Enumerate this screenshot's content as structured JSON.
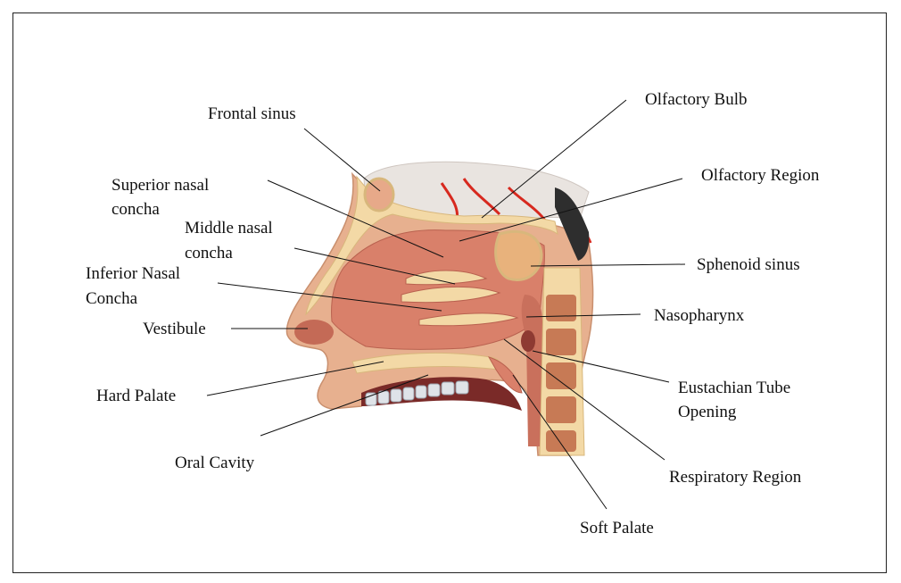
{
  "diagram": {
    "labels": {
      "frontal_sinus": "Frontal sinus",
      "superior_nasal_concha": [
        "Superior nasal",
        "concha"
      ],
      "middle_nasal_concha": [
        "Middle nasal",
        "concha"
      ],
      "inferior_nasal_concha": [
        "Inferior Nasal",
        "Concha"
      ],
      "vestibule": "Vestibule",
      "hard_palate": "Hard Palate",
      "oral_cavity": "Oral Cavity",
      "olfactory_bulb": "Olfactory Bulb",
      "olfactory_region": "Olfactory Region",
      "sphenoid_sinus": "Sphenoid sinus",
      "nasopharynx": "Nasopharynx",
      "eustachian_tube_opening": [
        "Eustachian Tube",
        "Opening"
      ],
      "respiratory_region": "Respiratory Region",
      "soft_palate": "Soft Palate"
    },
    "colors": {
      "skin": "#e7b08f",
      "nasal_cavity": "#d9806a",
      "bone": "#f3d9a6",
      "brain": "#e9e4e0",
      "vessels": "#d7291f",
      "spine": "#c77a55",
      "teeth": "#dfe3e8"
    }
  }
}
